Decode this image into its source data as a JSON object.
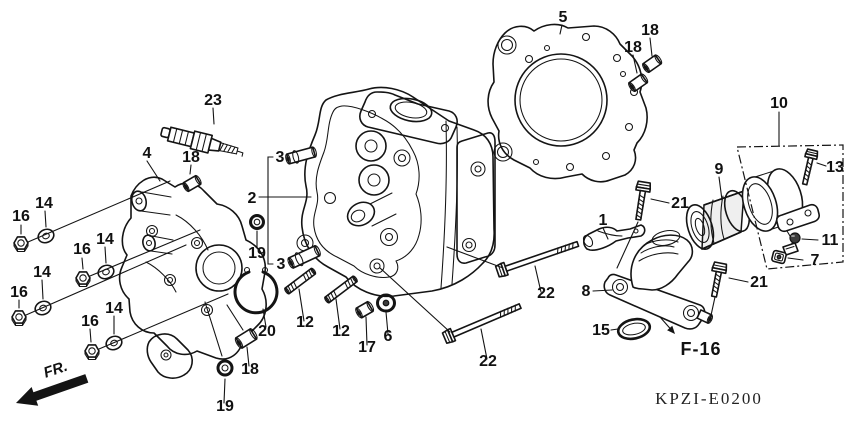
{
  "figure": {
    "code": "KPZI-E0200",
    "view_ref": "F-16",
    "front_label": "FR."
  },
  "callouts": [
    "23",
    "4",
    "18",
    "3",
    "2",
    "19",
    "3",
    "5",
    "18",
    "18",
    "10",
    "13",
    "9",
    "21",
    "1",
    "11",
    "7",
    "8",
    "21",
    "15",
    "22",
    "22",
    "12",
    "12",
    "17",
    "6",
    "20",
    "18",
    "19",
    "16",
    "14",
    "16",
    "14",
    "16",
    "14",
    "16",
    "14"
  ]
}
